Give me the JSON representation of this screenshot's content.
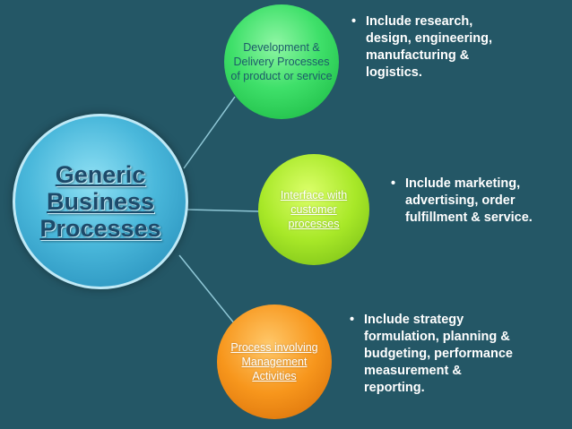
{
  "main": {
    "title": "Generic\nBusiness\nProcesses"
  },
  "nodes": [
    {
      "label": "Development & Delivery Processes of product or service",
      "bullet": "Include research,\ndesign, engineering,\nmanufacturing &\nlogistics."
    },
    {
      "label": "Interface with customer processes",
      "bullet": "Include marketing,\nadvertising, order\nfulfillment & service."
    },
    {
      "label": "Process involving Management Activities",
      "bullet": "Include strategy\nformulation, planning &\nbudgeting, performance\nmeasurement &\nreporting."
    }
  ],
  "bullet_glyph": "•",
  "colors": {
    "background": "#245766",
    "main_circle": "#4ab8db",
    "node_1": "#3fe06a",
    "node_2": "#a8e828",
    "node_3": "#f7961c",
    "text": "#ffffff"
  }
}
